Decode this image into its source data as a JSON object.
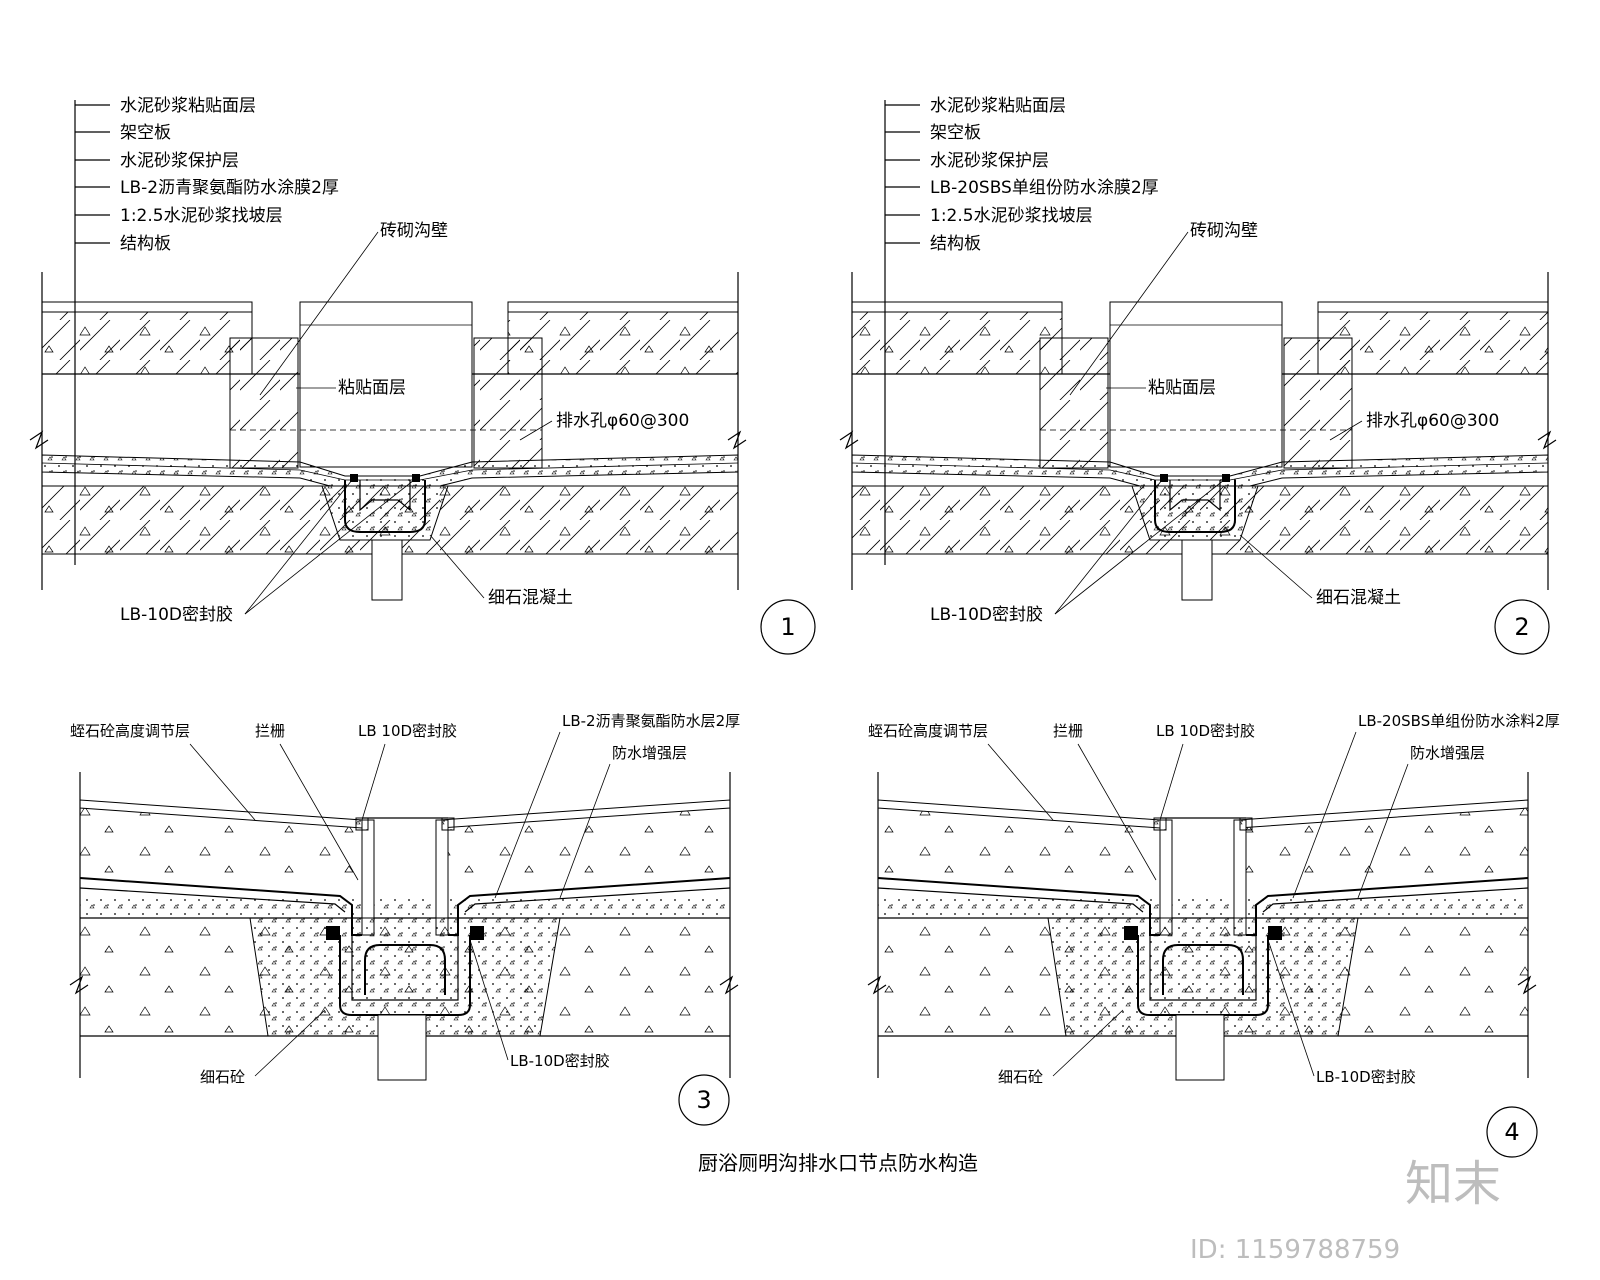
{
  "diagrams": [
    {
      "number": "1",
      "layers": [
        "水泥砂浆粘贴面层",
        "架空板",
        "水泥砂浆保护层",
        "LB-2沥青聚氨酯防水涂膜2厚",
        "1:2.5水泥砂浆找坡层",
        "结构板"
      ],
      "wall_label": "砖砌沟壁",
      "facing_label": "粘贴面层",
      "drain_label": "排水孔φ60@300",
      "sealant_label": "LB-10D密封胶",
      "concrete_label": "细石混凝土"
    },
    {
      "number": "2",
      "layers": [
        "水泥砂浆粘贴面层",
        "架空板",
        "水泥砂浆保护层",
        "LB-20SBS单组份防水涂膜2厚",
        "1:2.5水泥砂浆找坡层",
        "结构板"
      ],
      "wall_label": "砖砌沟壁",
      "facing_label": "粘贴面层",
      "drain_label": "排水孔φ60@300",
      "sealant_label": "LB-10D密封胶",
      "concrete_label": "细石混凝土"
    },
    {
      "number": "3",
      "adjust_label": "蛭石砼高度调节层",
      "grate_label": "拦栅",
      "top_sealant_label": "LB 10D密封胶",
      "membrane_label": "LB-2沥青聚氨酯防水层2厚",
      "reinforce_label": "防水增强层",
      "fine_concrete_label": "细石砼",
      "bottom_sealant_label": "LB-10D密封胶"
    },
    {
      "number": "4",
      "adjust_label": "蛭石砼高度调节层",
      "grate_label": "拦栅",
      "top_sealant_label": "LB 10D密封胶",
      "membrane_label": "LB-20SBS单组份防水涂料2厚",
      "reinforce_label": "防水增强层",
      "fine_concrete_label": "细石砼",
      "bottom_sealant_label": "LB-10D密封胶"
    }
  ],
  "caption": "厨浴厕明沟排水口节点防水构造",
  "watermark": {
    "logo": "知末",
    "id_text": "ID: 1159788759"
  }
}
